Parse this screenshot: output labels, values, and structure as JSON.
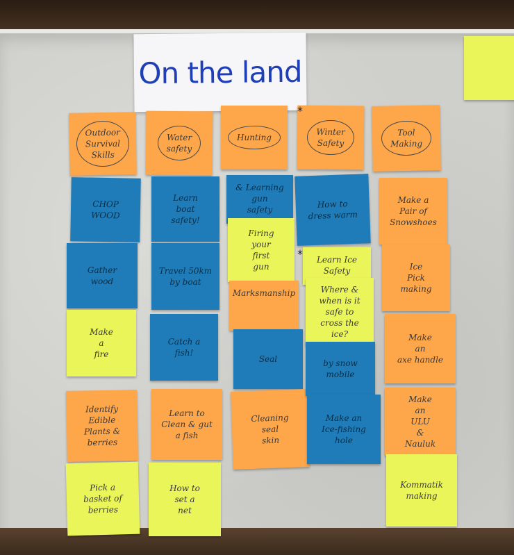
{
  "board": {
    "title": "On the land"
  },
  "headers": [
    {
      "label": "Outdoor\nSurvival\nSkills"
    },
    {
      "label": "Water\nsafety"
    },
    {
      "label": "Hunting"
    },
    {
      "label": "Winter\nSafety"
    },
    {
      "label": "Tool\nMaking"
    }
  ],
  "notes": {
    "c1": [
      "CHOP\nWOOD",
      "Gather\nwood",
      "Make\na\nfire",
      "Identify\nEdible\nPlants &\nberries",
      "Pick a\nbasket of\nberries"
    ],
    "c2": [
      "Learn\nboat\nsafety!",
      "Travel 50km\nby boat",
      "Catch a\nfish!",
      "Learn to\nClean & gut\na fish",
      "How to\nset a\nnet"
    ],
    "c3": [
      "& Learning\ngun\nsafety",
      "Firing\nyour\nfirst\ngun",
      "Marksmanship",
      "Seal",
      "Cleaning\nseal\nskin"
    ],
    "c4": [
      "How to\ndress warm",
      "Learn Ice\nSafety",
      "Where &\nwhen is it\nsafe to\ncross the\nice?",
      "by snow\nmobile",
      "Make an\nIce-fishing\nhole"
    ],
    "c5": [
      "Make a\nPair of\nSnowshoes",
      "Ice\nPick\nmaking",
      "Make\nan\naxe handle",
      "Make\nan\nULU\n&\nNauluk",
      "Kommatik\nmaking"
    ]
  },
  "marks": {
    "star": "*"
  },
  "colors": {
    "orange": "#fea64a",
    "blue": "#1f7cb8",
    "yellow": "#eaf55a",
    "title_ink": "#1f3fb6"
  }
}
